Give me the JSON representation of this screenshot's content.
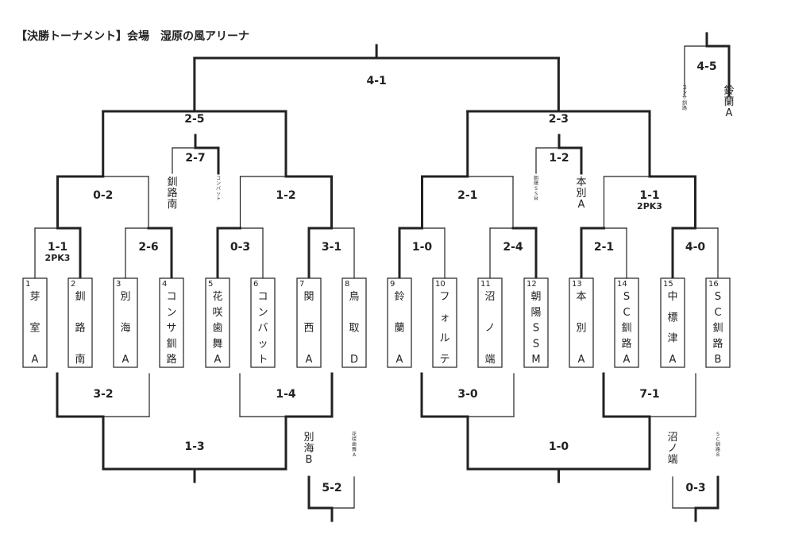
{
  "title": "【決勝トーナメント】会場　湿原の風アリーナ",
  "teams": [
    {
      "no": "1",
      "name": "芽室A"
    },
    {
      "no": "2",
      "name": "釧路南"
    },
    {
      "no": "3",
      "name": "別海A"
    },
    {
      "no": "4",
      "name": "コンサ釧路"
    },
    {
      "no": "5",
      "name": "花咲歯舞A"
    },
    {
      "no": "6",
      "name": "コンバット"
    },
    {
      "no": "7",
      "name": "関西A"
    },
    {
      "no": "8",
      "name": "鳥取D"
    },
    {
      "no": "9",
      "name": "鈴蘭A"
    },
    {
      "no": "10",
      "name": "フォルテ"
    },
    {
      "no": "11",
      "name": "沼ノ端"
    },
    {
      "no": "12",
      "name": "朝陽SSM"
    },
    {
      "no": "13",
      "name": "本別A"
    },
    {
      "no": "14",
      "name": "SC釧路A"
    },
    {
      "no": "15",
      "name": "中標津A"
    },
    {
      "no": "16",
      "name": "SC釧路B"
    }
  ],
  "scores": {
    "r1": [
      {
        "score": "1-1",
        "pk": "2PK3"
      },
      {
        "score": "2-6"
      },
      {
        "score": "0-3"
      },
      {
        "score": "3-1"
      },
      {
        "score": "1-0"
      },
      {
        "score": "2-4"
      },
      {
        "score": "2-1"
      },
      {
        "score": "4-0"
      }
    ],
    "qf": [
      {
        "score": "0-2"
      },
      {
        "score": "1-2"
      },
      {
        "score": "2-1"
      },
      {
        "score": "1-1",
        "pk": "2PK3"
      }
    ],
    "sf": [
      "2-5",
      "2-3"
    ],
    "final": "4-1",
    "third": {
      "score": "4-5",
      "team_small": "コンサ釧路",
      "team_large": "鈴蘭A"
    },
    "plate": {
      "left_main": "2-7",
      "left_main_team_large": "釧路南",
      "left_main_team_small": "コンバット",
      "right_main": "1-2",
      "right_main_team_small": "朝陽SSM",
      "right_main_team_large": "本別A"
    },
    "consolation": {
      "r1": [
        "3-2",
        "1-4",
        "3-0",
        "7-1"
      ],
      "sf": [
        "1-3",
        "1-0"
      ],
      "left_extra": {
        "score": "5-2",
        "team_large": "別海B",
        "team_small": "花咲歯舞A"
      },
      "right_extra": {
        "score": "0-3",
        "team_large": "沼ノ端",
        "team_small": "SC釧路B"
      }
    }
  }
}
